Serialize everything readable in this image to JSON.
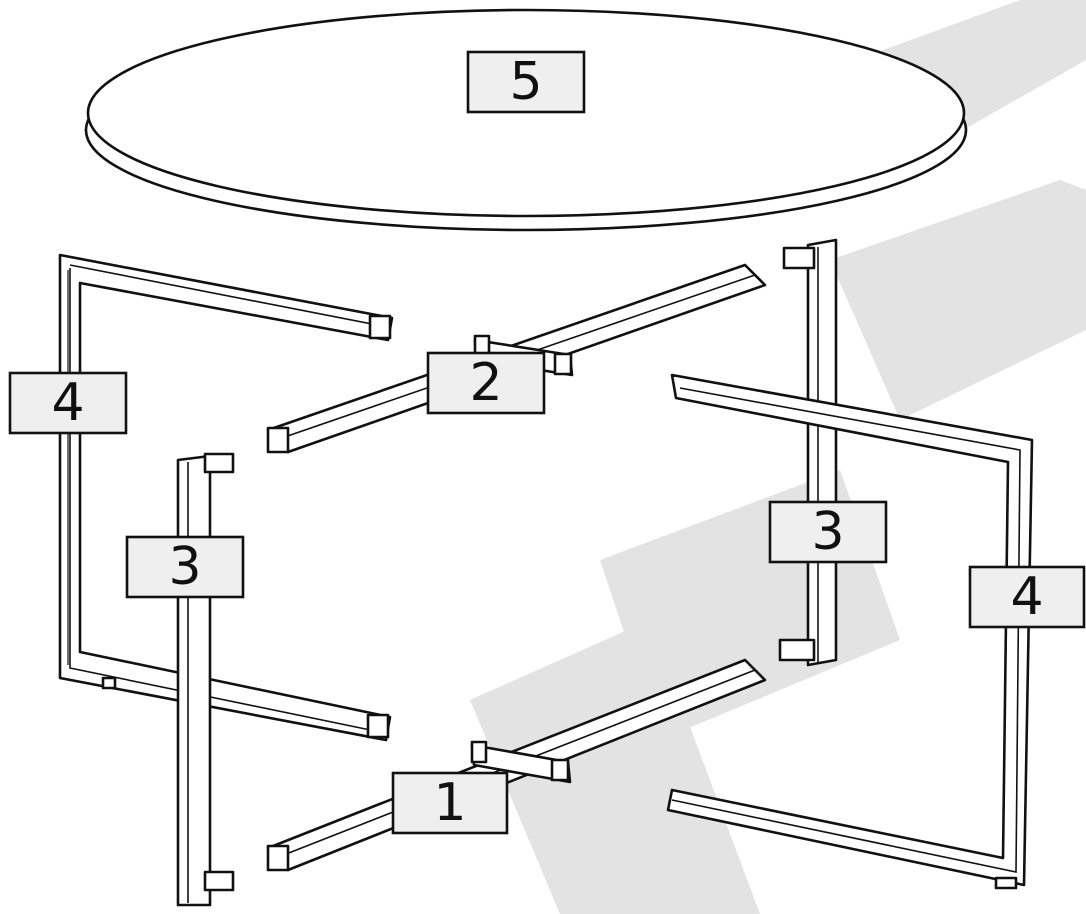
{
  "diagram": {
    "parts": [
      {
        "id": "part-1",
        "label": "1"
      },
      {
        "id": "part-2",
        "label": "2"
      },
      {
        "id": "part-3-left",
        "label": "3"
      },
      {
        "id": "part-3-right",
        "label": "3"
      },
      {
        "id": "part-4-left",
        "label": "4"
      },
      {
        "id": "part-4-right",
        "label": "4"
      },
      {
        "id": "part-5",
        "label": "5"
      }
    ]
  }
}
